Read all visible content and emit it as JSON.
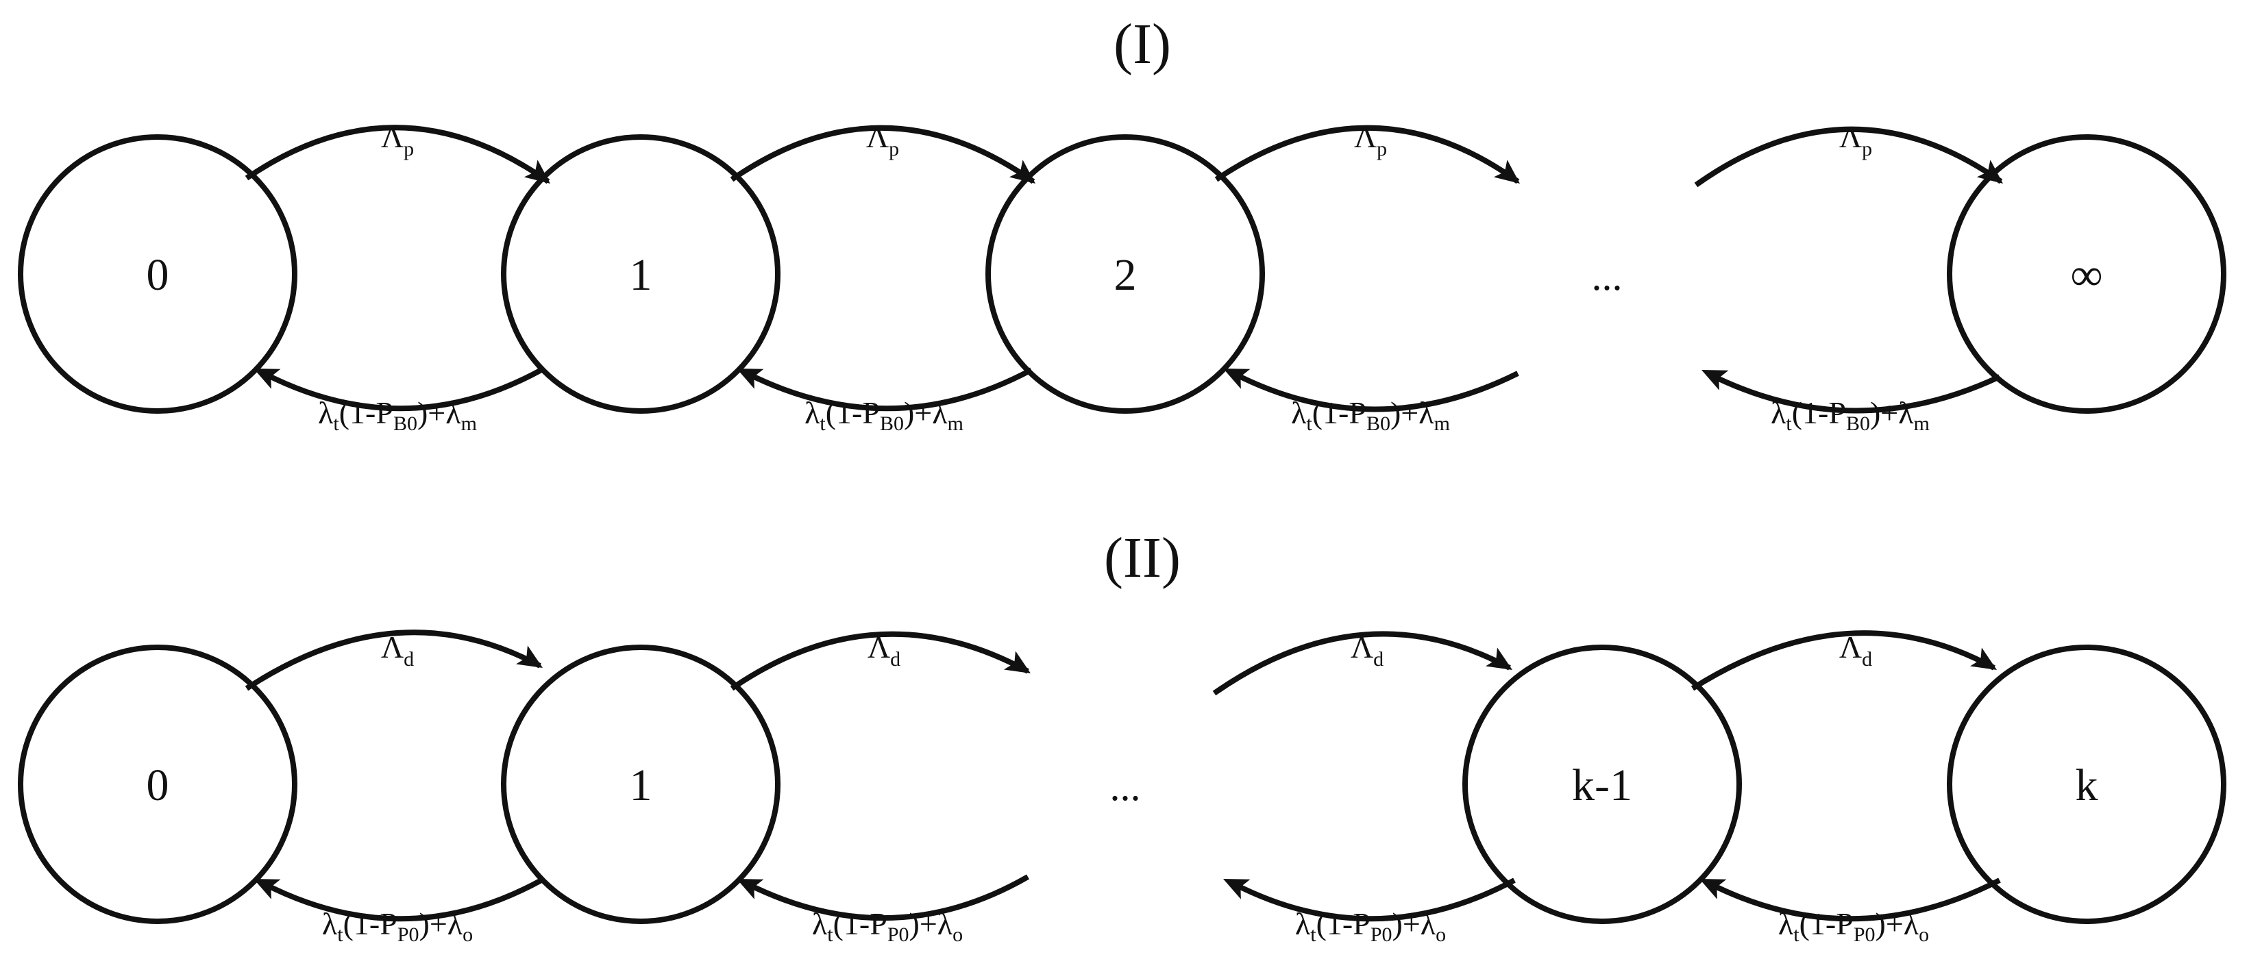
{
  "diagram_I": {
    "title": "(I)",
    "states": [
      "0",
      "1",
      "2",
      "∞"
    ],
    "ellipsis": "...",
    "forward_rate": {
      "base": "Λ",
      "sub": "p"
    },
    "backward_rate": {
      "lambda": "λ",
      "t_sub": "t",
      "mid": "(1-P",
      "p_sub": "B0",
      "plus": ")+λ",
      "end_sub": "m"
    }
  },
  "diagram_II": {
    "title": "(II)",
    "states": [
      "0",
      "1",
      "k-1",
      "k"
    ],
    "ellipsis": "...",
    "forward_rate": {
      "base": "Λ",
      "sub": "d"
    },
    "backward_rate": {
      "lambda": "λ",
      "t_sub": "t",
      "mid": "(1-P",
      "p_sub": "P0",
      "plus": ")+λ",
      "end_sub": "o"
    }
  },
  "colors": {
    "stroke": "#111111",
    "background": "#ffffff"
  }
}
